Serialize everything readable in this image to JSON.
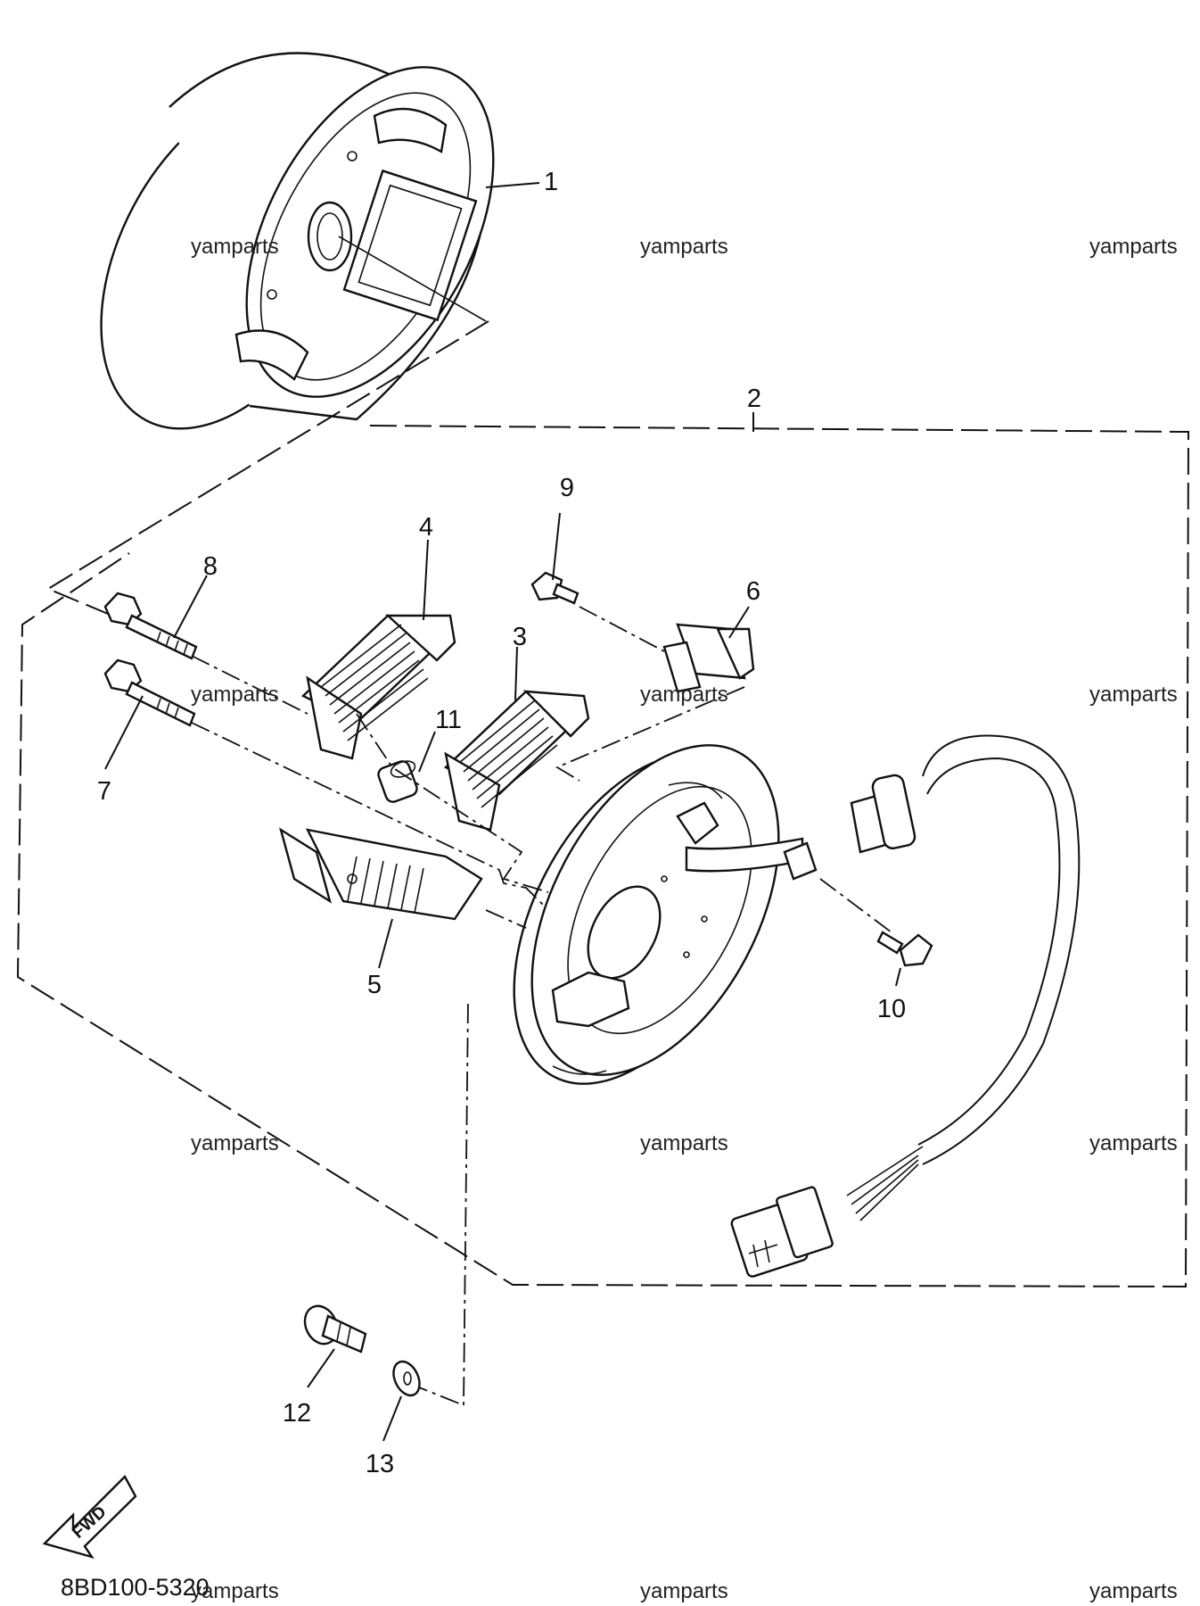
{
  "diagram": {
    "part_code": "8BD100-5320",
    "fwd_label": "FWD",
    "watermark": "yamparts",
    "callouts": [
      "1",
      "2",
      "3",
      "4",
      "5",
      "6",
      "7",
      "8",
      "9",
      "10",
      "11",
      "12",
      "13"
    ]
  }
}
